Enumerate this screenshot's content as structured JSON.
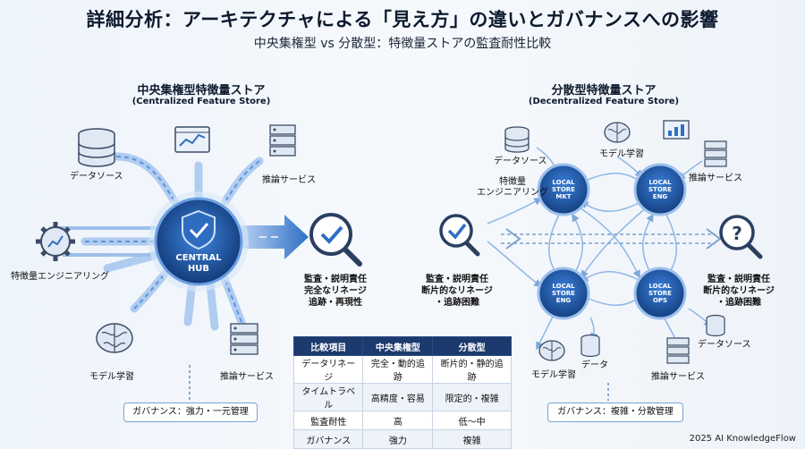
{
  "header": {
    "title": "詳細分析：アーキテクチャによる「見え方」の違いとガバナンスへの影響",
    "subtitle": "中央集権型 vs 分散型：特徴量ストアの監査耐性比較"
  },
  "central": {
    "title": "中央集権型特徴量ストア",
    "subtitle": "(Centralized Feature Store)",
    "hub_label_1": "CENTRAL",
    "hub_label_2": "HUB",
    "data_source": "データソース",
    "inference_top": "推論サービス",
    "feature_eng": "特徴量エンジニアリング",
    "model_training": "モデル学習",
    "inference_bottom": "推論サービス",
    "audit_1": "監査・説明責任",
    "audit_2": "完全なリネージ",
    "audit_3": "追跡・再現性",
    "governance": "ガバナンス：強力・一元管理"
  },
  "decentral": {
    "title": "分散型特徴量ストア",
    "subtitle": "(Decentralized Feature Store)",
    "data_source_top": "データソース",
    "model_training_top": "モデル学習",
    "inference_top": "推論サービス",
    "feature_eng_1": "特徴量",
    "feature_eng_2": "エンジニアリング",
    "store_1": [
      "LOCAL",
      "STORE",
      "MKT"
    ],
    "store_2": [
      "LOCAL",
      "STORE",
      "ENG"
    ],
    "store_3": [
      "LOCAL",
      "STORE",
      "ENG"
    ],
    "store_4": [
      "LOCAL",
      "STORE",
      "OPS"
    ],
    "audit_left_1": "監査・説明責任",
    "audit_left_2": "断片的なリネージ",
    "audit_left_3": "・追跡困難",
    "audit_right_1": "監査・説明責任",
    "audit_right_2": "断片的なリネージ",
    "audit_right_3": "・追跡困難",
    "data_source_bottom": "データソース",
    "data": "データ",
    "model_training_bottom": "モデル学習",
    "inference_bottom": "推論サービス",
    "governance": "ガバナンス：複雑・分散管理"
  },
  "table": {
    "headers": [
      "比較項目",
      "中央集権型",
      "分散型"
    ],
    "rows": [
      [
        "データリネージ",
        "完全・動的追跡",
        "断片的・静的追跡"
      ],
      [
        "タイムトラベル",
        "高精度・容易",
        "限定的・複雑"
      ],
      [
        "監査耐性",
        "高",
        "低〜中"
      ],
      [
        "ガバナンス",
        "強力",
        "複雑"
      ]
    ]
  },
  "footer": "2025 AI KnowledgeFlow",
  "colors": {
    "navy": "#1c3a6e",
    "blue": "#2f6fc4",
    "light_blue": "#8fb6e6",
    "bg": "#f4f8fc"
  }
}
